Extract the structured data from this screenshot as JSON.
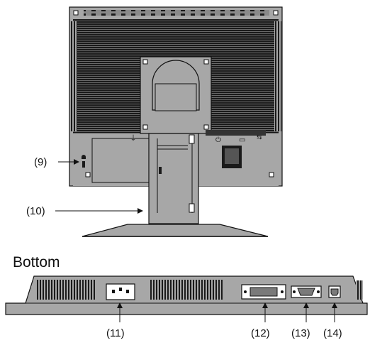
{
  "rear_view": {
    "callouts": [
      {
        "id": "kensington-slot",
        "label": "(9)"
      },
      {
        "id": "stand",
        "label": "(10)"
      }
    ]
  },
  "bottom_view": {
    "title": "Bottom",
    "callouts": [
      {
        "id": "ac-power-connector",
        "label": "(11)"
      },
      {
        "id": "dvi-connector",
        "label": "(12)"
      },
      {
        "id": "vga-connector",
        "label": "(13)"
      },
      {
        "id": "usb-upstream-port",
        "label": "(14)"
      }
    ]
  },
  "colors": {
    "panel_gray": "#a7a7a7",
    "dark_gray": "#7a7a7a",
    "vent_black": "#1a1a1a",
    "outline": "#111111"
  }
}
